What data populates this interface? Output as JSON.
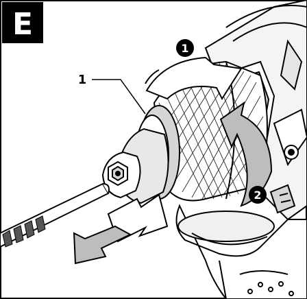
{
  "panel": {
    "letter": "E"
  },
  "callouts": {
    "part_label": "1"
  },
  "steps": [
    {
      "number": "1",
      "direction": "clockwise"
    },
    {
      "number": "2",
      "direction": "rotate-back"
    }
  ],
  "colors": {
    "ink": "#000000",
    "arrow_fill": "#bdbdbd",
    "shade": "#d6d6d6",
    "badge": "#000000",
    "paper": "#ffffff"
  },
  "icons": [
    "drill-bit-icon",
    "insert-arrow-icon",
    "remove-arrow-icon",
    "rotate-arrow-icon"
  ]
}
